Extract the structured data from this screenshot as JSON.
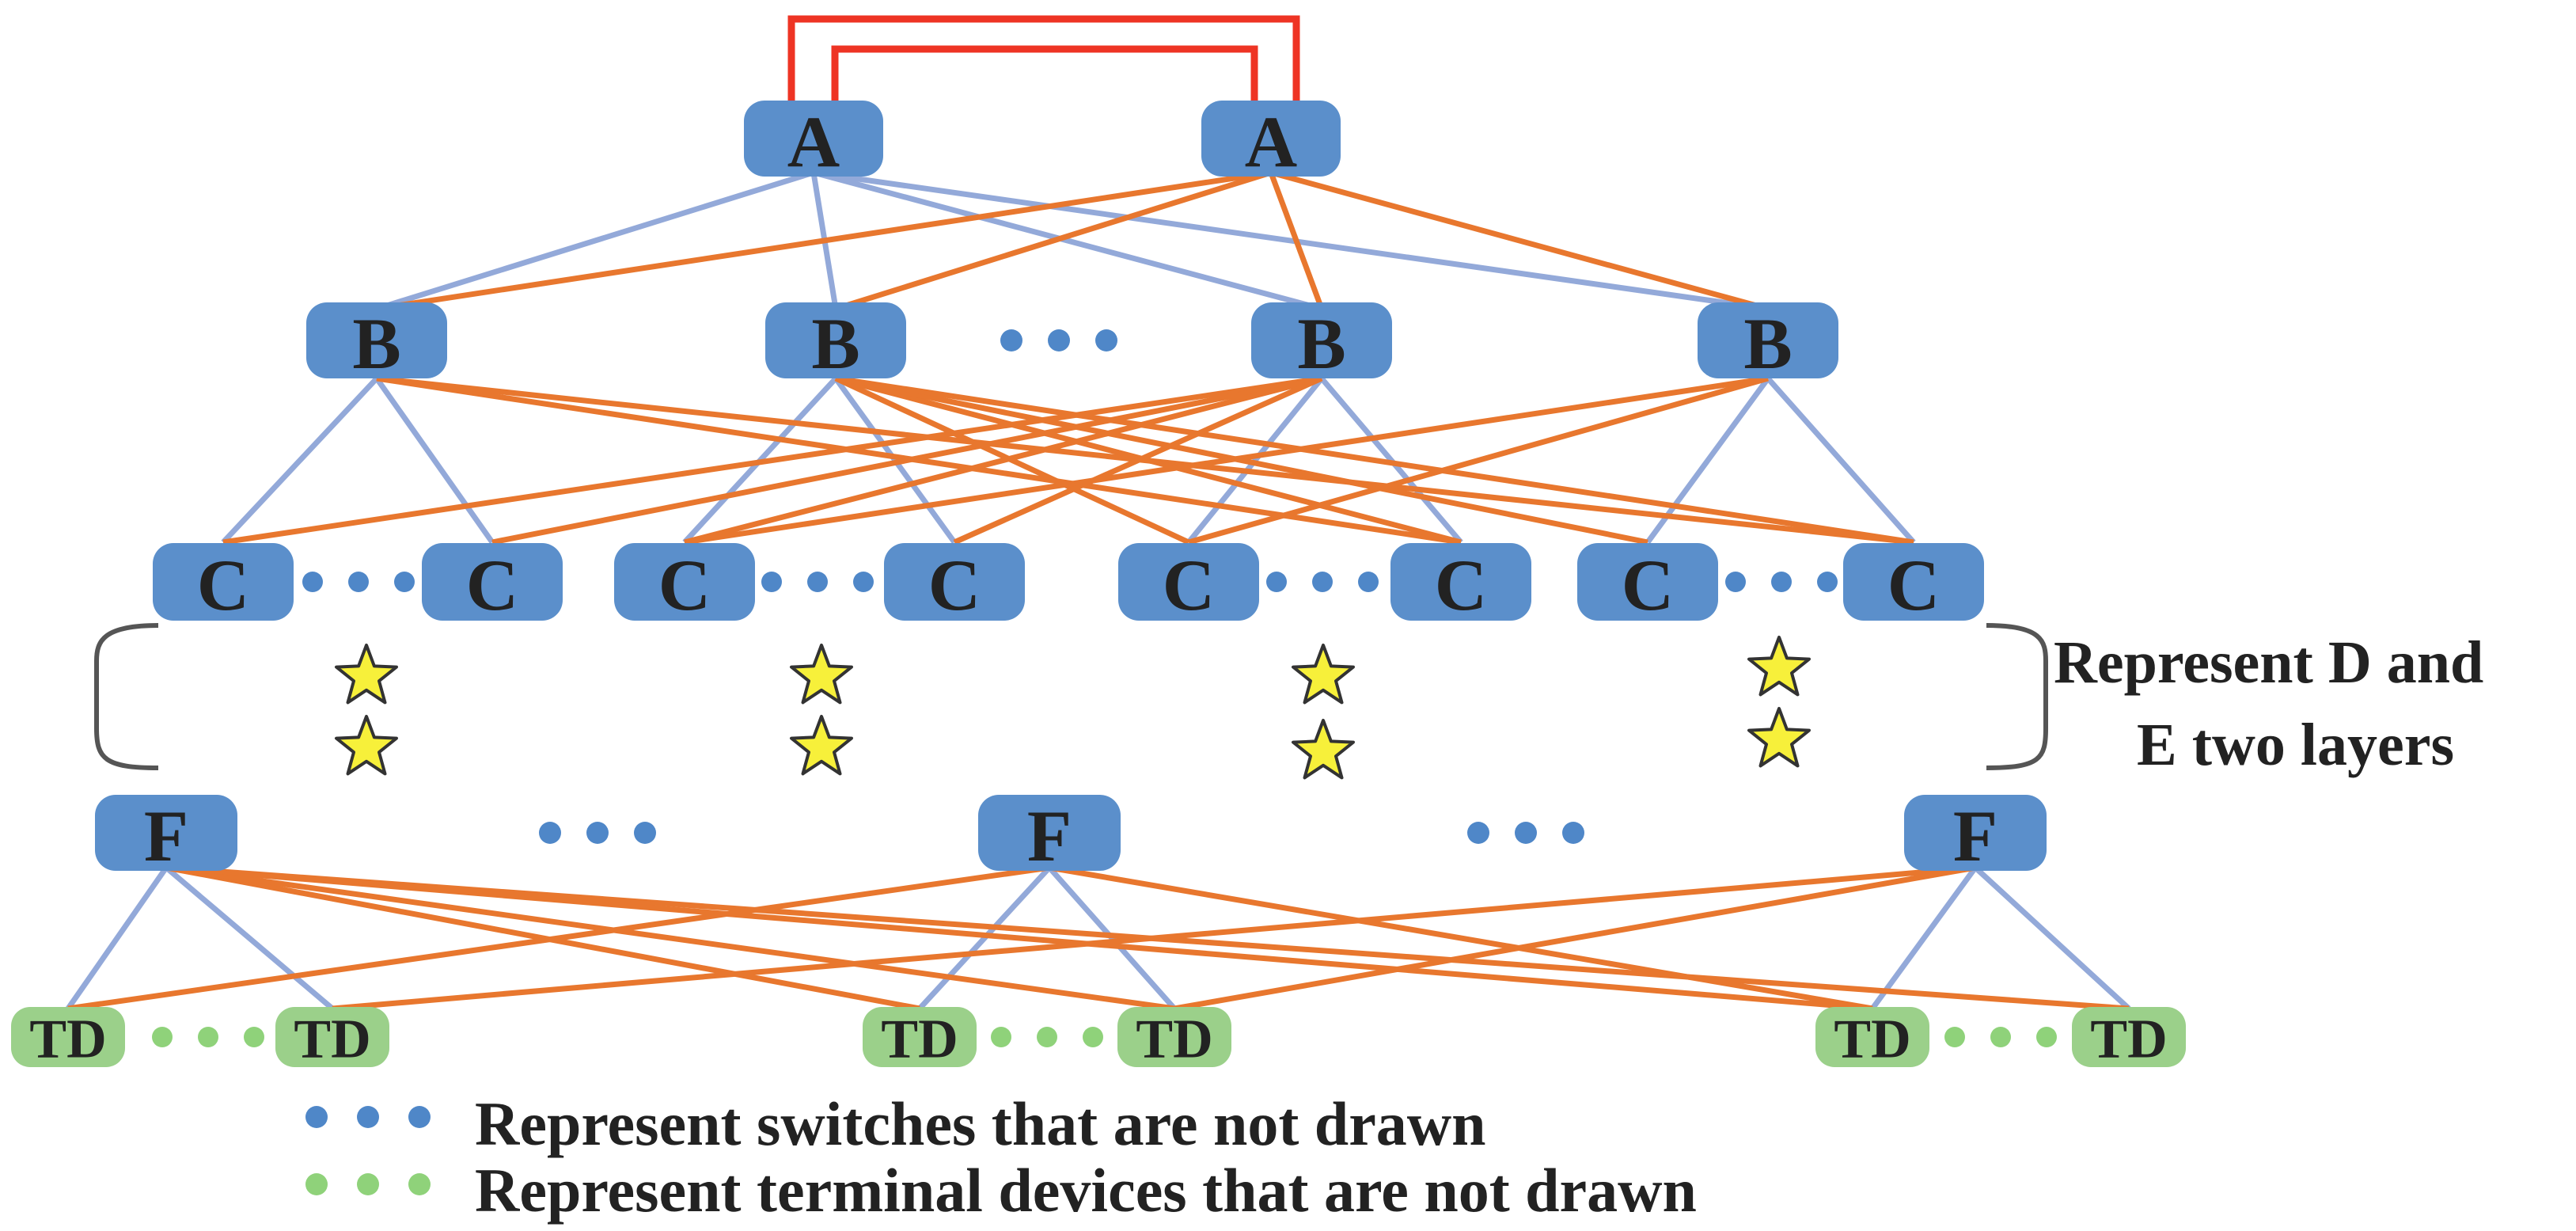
{
  "diagram": {
    "node_labels": {
      "A": "A",
      "B": "B",
      "C": "C",
      "F": "F",
      "TD": "TD"
    },
    "annotation": {
      "line1": "Represent D and",
      "line2": "E two layers"
    },
    "legend": {
      "switches": "Represent switches that are not drawn",
      "terminals": "Represent terminal devices that are not drawn"
    },
    "colors": {
      "switch_fill": "#5b8fcb",
      "terminal_fill": "#9bd08a",
      "primary_link": "#e8772e",
      "backup_link": "#93a9d9",
      "core_link": "#ee3424",
      "star": "#f7f03a",
      "switch_dots": "#4f87c8",
      "terminal_dots": "#8fd27a",
      "brace": "#555555"
    },
    "icons": {
      "layers_placeholder": "star-icon"
    }
  }
}
